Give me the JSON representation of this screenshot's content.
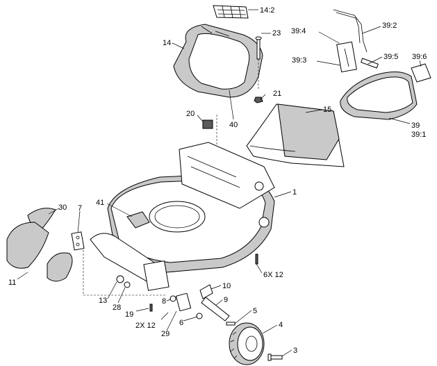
{
  "diagram": {
    "callouts": [
      {
        "id": "c-14-2",
        "text": "14:2"
      },
      {
        "id": "c-14",
        "text": "14"
      },
      {
        "id": "c-23",
        "text": "23"
      },
      {
        "id": "c-39-4",
        "text": "39:4"
      },
      {
        "id": "c-39-2",
        "text": "39:2"
      },
      {
        "id": "c-39-3",
        "text": "39:3"
      },
      {
        "id": "c-39-5",
        "text": "39:5"
      },
      {
        "id": "c-39-6",
        "text": "39:6"
      },
      {
        "id": "c-21",
        "text": "21"
      },
      {
        "id": "c-20",
        "text": "20"
      },
      {
        "id": "c-40",
        "text": "40"
      },
      {
        "id": "c-15",
        "text": "15"
      },
      {
        "id": "c-39",
        "text": "39"
      },
      {
        "id": "c-39-1",
        "text": "39:1"
      },
      {
        "id": "c-1",
        "text": "1"
      },
      {
        "id": "c-30",
        "text": "30"
      },
      {
        "id": "c-7",
        "text": "7"
      },
      {
        "id": "c-41",
        "text": "41"
      },
      {
        "id": "c-6x12",
        "text": "6X 12"
      },
      {
        "id": "c-11",
        "text": "11"
      },
      {
        "id": "c-10",
        "text": "10"
      },
      {
        "id": "c-13",
        "text": "13"
      },
      {
        "id": "c-28",
        "text": "28"
      },
      {
        "id": "c-8",
        "text": "8"
      },
      {
        "id": "c-9",
        "text": "9"
      },
      {
        "id": "c-19",
        "text": "19"
      },
      {
        "id": "c-5",
        "text": "5"
      },
      {
        "id": "c-2x12",
        "text": "2X 12"
      },
      {
        "id": "c-29",
        "text": "29"
      },
      {
        "id": "c-6",
        "text": "6"
      },
      {
        "id": "c-4",
        "text": "4"
      },
      {
        "id": "c-3",
        "text": "3"
      }
    ]
  }
}
